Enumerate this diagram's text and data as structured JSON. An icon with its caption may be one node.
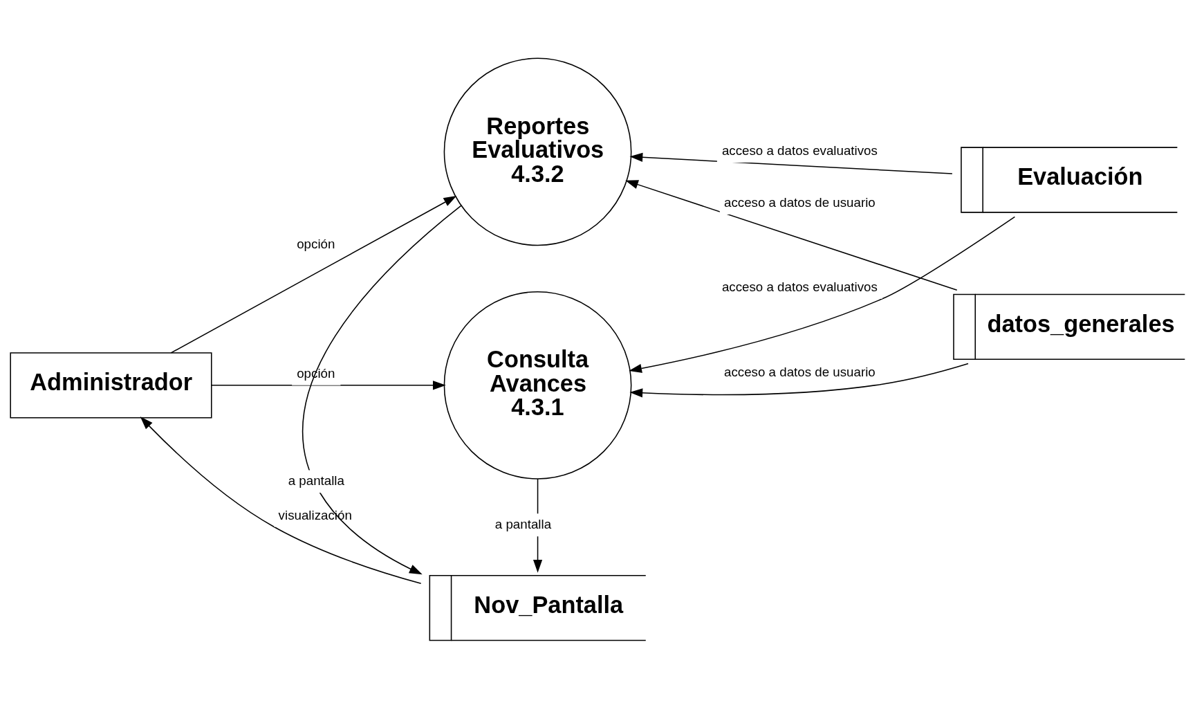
{
  "diagram": {
    "nodes": [
      {
        "text": [
          "Administrador"
        ]
      },
      {
        "text": [
          "Consulta Avances 4.3.1"
        ]
      },
      {
        "text": [
          "Nov_Pantalla"
        ]
      },
      {
        "text": [
          "Reportes Evaluativos 4.3.2"
        ]
      },
      {
        "text": [
          "Evaluación"
        ]
      },
      {
        "text": [
          "datos_generales"
        ]
      }
    ],
    "edges": [
      {
        "from": 0,
        "to": 1,
        "arrow": "to",
        "label": "opción"
      },
      {
        "from": 4,
        "to": 1,
        "arrow": "to",
        "label": "acceso a datos evaluativos"
      },
      {
        "from": 1,
        "to": 2,
        "arrow": "to",
        "label": "a pantalla"
      },
      {
        "from": 5,
        "to": 1,
        "arrow": "to",
        "label": "acceso a datos de usuario"
      },
      {
        "from": 2,
        "to": 0,
        "arrow": "to",
        "label": "visualización"
      },
      {
        "from": 4,
        "to": 3,
        "arrow": "to",
        "label": "acceso a datos evaluativos"
      },
      {
        "from": 3,
        "to": 2,
        "arrow": "to",
        "label": "a pantalla"
      },
      {
        "from": 5,
        "to": 3,
        "arrow": "to",
        "label": "acceso a datos de usuario"
      },
      {
        "from": 0,
        "to": 3,
        "arrow": "to",
        "label": "opción"
      }
    ]
  }
}
